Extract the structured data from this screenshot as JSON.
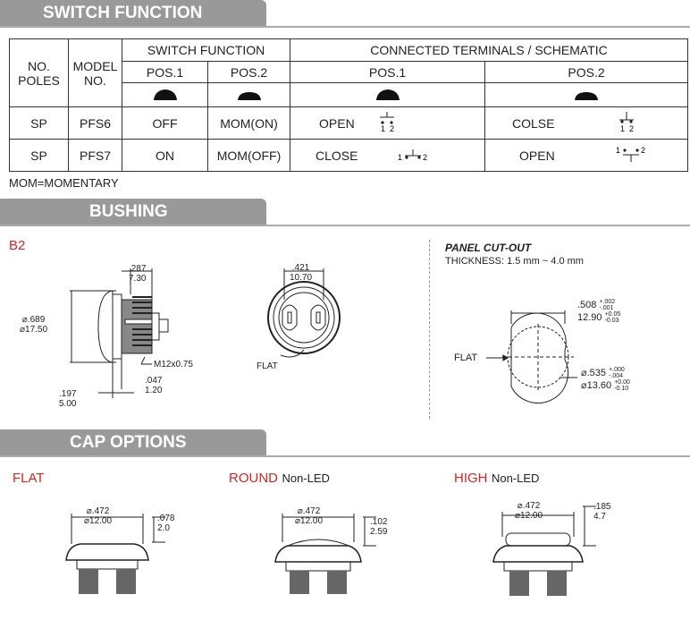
{
  "sections": {
    "switch_function": "SWITCH  FUNCTION",
    "bushing": "BUSHING",
    "cap_options": "CAP OPTIONS"
  },
  "table": {
    "h_poles": "NO. POLES",
    "h_model": "MODEL NO.",
    "h_switch": "SWITCH FUNCTION",
    "h_conn": "CONNECTED TERMINALS / SCHEMATIC",
    "h_pos1": "POS.1",
    "h_pos2": "POS.2",
    "rows": [
      {
        "poles": "SP",
        "model": "PFS6",
        "pos1": "OFF",
        "pos2": "MOM(ON)",
        "conn1": "OPEN",
        "conn2": "COLSE"
      },
      {
        "poles": "SP",
        "model": "PFS7",
        "pos1": "ON",
        "pos2": "MOM(OFF)",
        "conn1": "CLOSE",
        "conn2": "OPEN"
      }
    ],
    "term1": "1",
    "term2": "2"
  },
  "note": "MOM=MOMENTARY",
  "bushing": {
    "code": "B2",
    "d287": ".287",
    "d730": "7.30",
    "d689": "⌀.689",
    "d1750": "⌀17.50",
    "thread": "M12x0.75",
    "d047": ".047",
    "d120": "1.20",
    "d197": ".197",
    "d500": "5.00",
    "d421": ".421",
    "d1070": "10.70",
    "flat": "FLAT"
  },
  "panel": {
    "title": "PANEL CUT-OUT",
    "thickness": "THICKNESS: 1.5 mm ~ 4.0 mm",
    "d508": ".508",
    "d508tol_p": "+.002",
    "d508tol_m": "-.001",
    "d1290": "12.90",
    "d1290tol_p": "+0.05",
    "d1290tol_m": "-0.03",
    "flat": "FLAT",
    "d535": "⌀.535",
    "d535tol_p": "+.000",
    "d535tol_m": "-.004",
    "d1360": "⌀13.60",
    "d1360tol_p": "+0.00",
    "d1360tol_m": "-0.10"
  },
  "caps": [
    {
      "name": "FLAT",
      "sub": "",
      "dia_in": "⌀.472",
      "dia_mm": "⌀12.00",
      "h_in": ".078",
      "h_mm": "2.0"
    },
    {
      "name": "ROUND",
      "sub": "Non-LED",
      "dia_in": "⌀.472",
      "dia_mm": "⌀12.00",
      "h_in": ".102",
      "h_mm": "2.59"
    },
    {
      "name": "HIGH",
      "sub": "Non-LED",
      "dia_in": "⌀.472",
      "dia_mm": "⌀12.00",
      "h_in": ".185",
      "h_mm": "4.7"
    }
  ]
}
